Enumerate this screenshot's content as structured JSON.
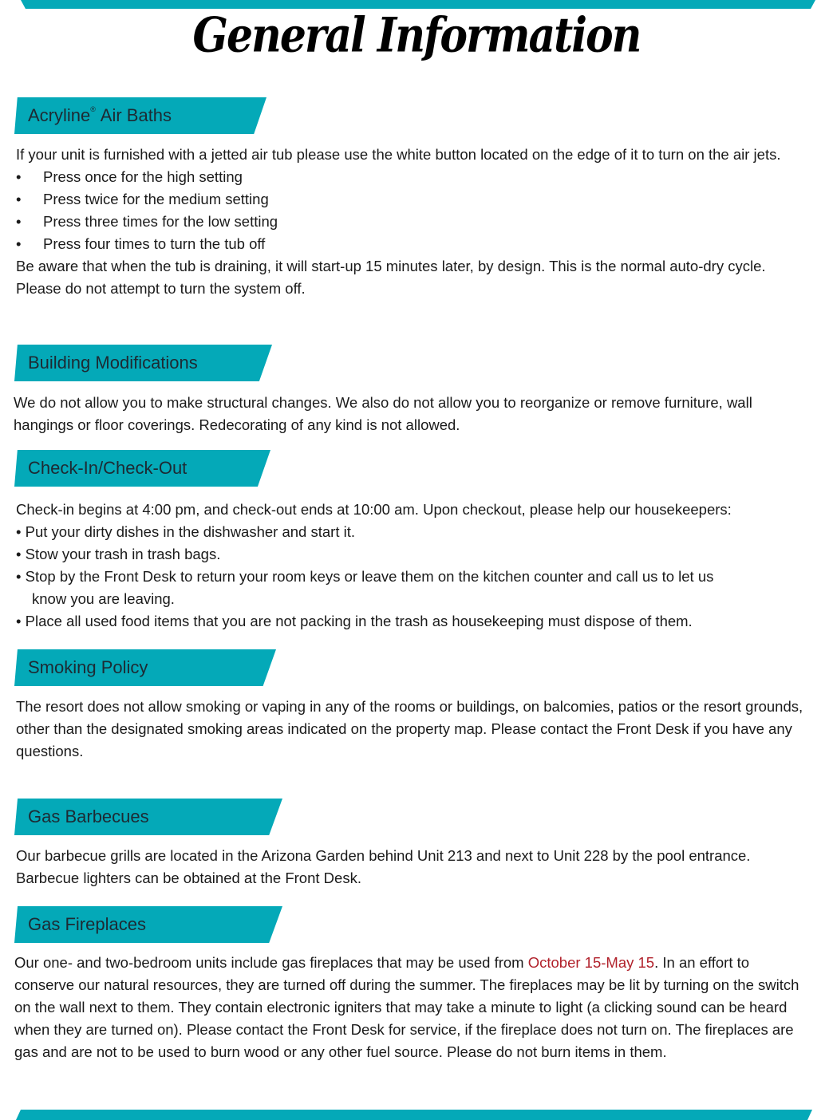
{
  "title": "General Information",
  "colors": {
    "accent": "#04a9b8",
    "highlight": "#b1212b"
  },
  "sections": {
    "acryline": {
      "heading": "Acryline",
      "heading_mark": "®",
      "heading_rest": " Air Baths",
      "intro": "If your unit is furnished with a jetted air tub please use the white button located on the edge of it to turn on the air jets.",
      "bullets": [
        "Press once for the high setting",
        "Press twice for the medium setting",
        "Press three times for the low setting",
        "Press four times to turn the tub off"
      ],
      "bullet_char": "•",
      "outro": "Be aware that when the tub is draining, it will start-up 15 minutes later, by design. This is the normal auto-dry cycle. Please do not attempt to turn the system off."
    },
    "building": {
      "heading": "Building Modifications",
      "body": "We do not allow you to make structural changes. We also do not allow you to reorganize or remove furniture, wall hangings or floor coverings. Redecorating of any kind is not allowed."
    },
    "checkin": {
      "heading": "Check-In/Check-Out",
      "intro": "Check-in begins at 4:00 pm, and check-out ends at 10:00 am. Upon checkout, please help our housekeepers:",
      "items": [
        "• Put your dirty dishes in the dishwasher and start it.",
        "• Stow your trash in trash bags.",
        "• Stop by the Front Desk to return your room keys or leave them on the kitchen counter and call us to let us",
        "know you are leaving.",
        "• Place all used food items that you are not packing in the trash as housekeeping must dispose of them."
      ]
    },
    "smoking": {
      "heading": "Smoking Policy",
      "body": "The resort does not allow smoking  or vaping in any of the rooms or buildings, on balcomies, patios or the resort grounds, other than the designated smoking areas indicated on the property map. Please contact the Front Desk if you have any questions."
    },
    "barbecues": {
      "heading": "Gas Barbecues",
      "body": "Our barbecue grills are located in the Arizona Garden behind Unit 213 and next to Unit 228 by the pool entrance. Barbecue lighters can be obtained at the Front Desk."
    },
    "fireplaces": {
      "heading": "Gas Fireplaces",
      "body_start": "Our one- and two-bedroom units include gas fireplaces that may be used from ",
      "highlight": "October 15-May 15",
      "body_end": ". In an effort to conserve our natural resources, they are turned off during the summer. The fireplaces may be lit by turning on the switch on the wall next to them. They contain electronic igniters that may take a minute to light (a clicking sound can be heard when they are turned on). Please contact the Front Desk for service, if the fireplace does not turn on. The fireplaces are gas and are not to be used to burn wood or any other fuel source. Please do not burn items in them."
    }
  }
}
